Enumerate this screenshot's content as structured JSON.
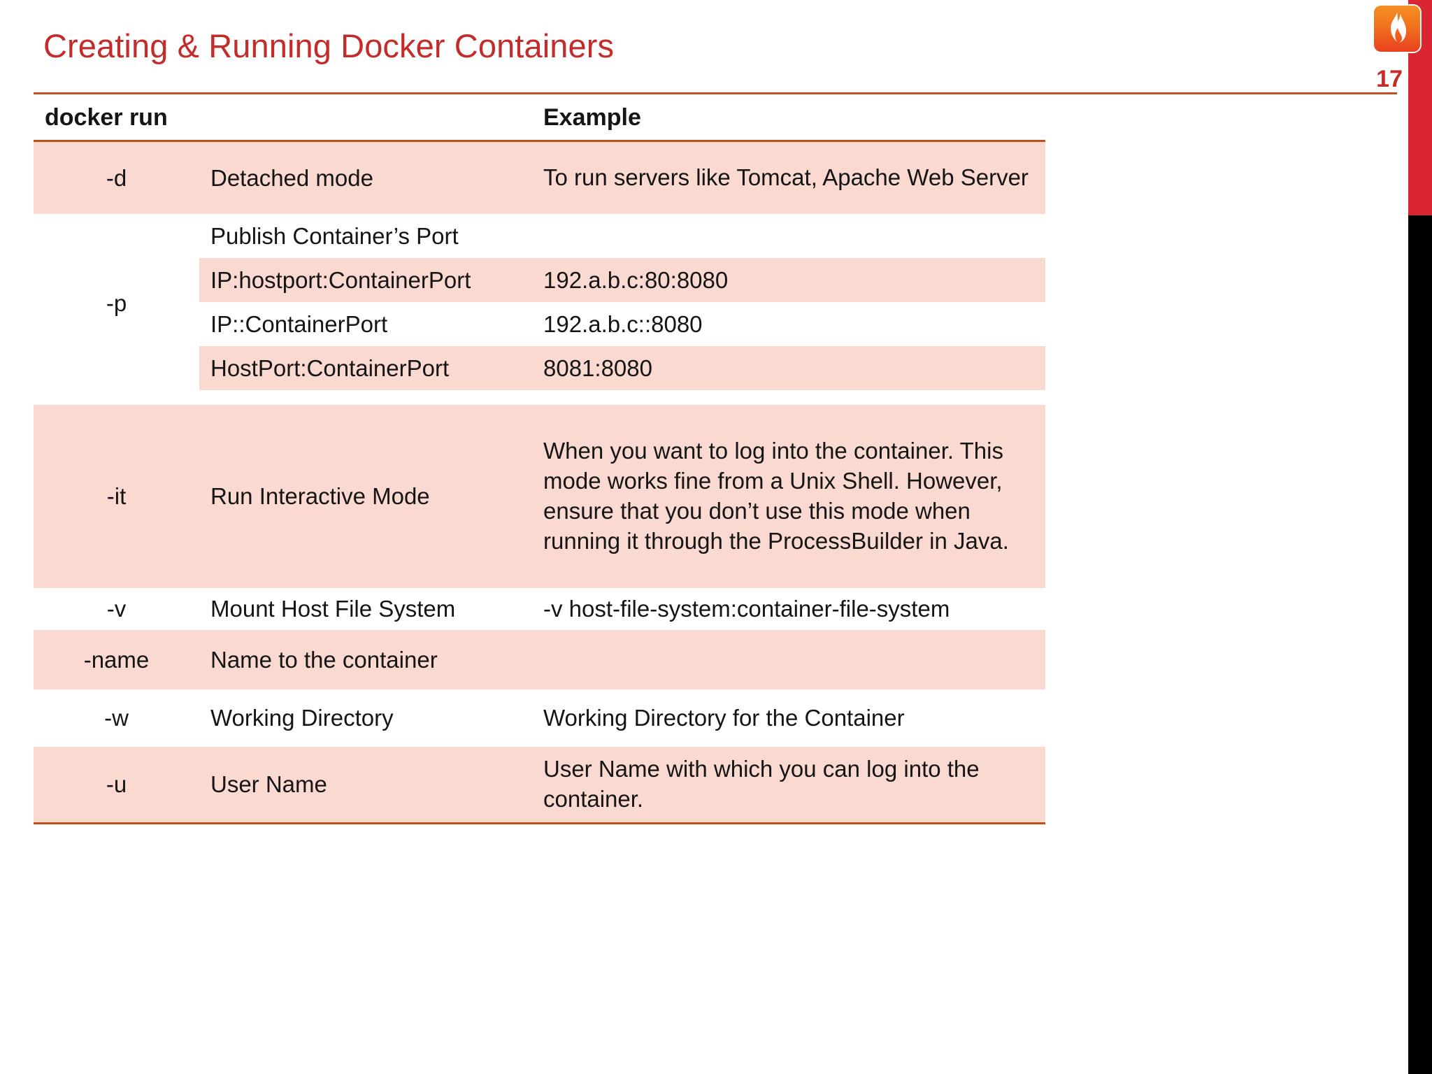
{
  "slide": {
    "title": "Creating & Running Docker Containers",
    "page_number": "17",
    "logo_icon": "flame-icon",
    "accent_color": "#C0501C",
    "title_color": "#C42B2B",
    "row_shade_color": "#FAD9D0",
    "rail_red_color": "#D92632",
    "rail_black_color": "#000000"
  },
  "table": {
    "headers": {
      "option": "docker run",
      "description": "",
      "example": "Example"
    },
    "rows": [
      {
        "option": "-d",
        "description": "Detached mode",
        "example": "To run servers like Tomcat, Apache Web Server"
      },
      {
        "option": "-p",
        "sub_rows": [
          {
            "description": "Publish Container’s Port",
            "example": ""
          },
          {
            "description": "IP:hostport:ContainerPort",
            "example": "192.a.b.c:80:8080"
          },
          {
            "description": "IP::ContainerPort",
            "example": "192.a.b.c::8080"
          },
          {
            "description": "HostPort:ContainerPort",
            "example": "8081:8080"
          }
        ]
      },
      {
        "option": "-it",
        "description": "Run Interactive Mode",
        "example": "When you want to log into the container. This mode works fine from a Unix Shell. However, ensure that you don’t use this mode when running it through the ProcessBuilder in Java."
      },
      {
        "option": "-v",
        "description": "Mount Host File System",
        "example": "-v host-file-system:container-file-system"
      },
      {
        "option": "-name",
        "description": "Name to the container",
        "example": ""
      },
      {
        "option": "-w",
        "description": "Working Directory",
        "example": "Working Directory for the Container"
      },
      {
        "option": "-u",
        "description": "User Name",
        "example": "User Name with which you can log into the container."
      }
    ]
  }
}
